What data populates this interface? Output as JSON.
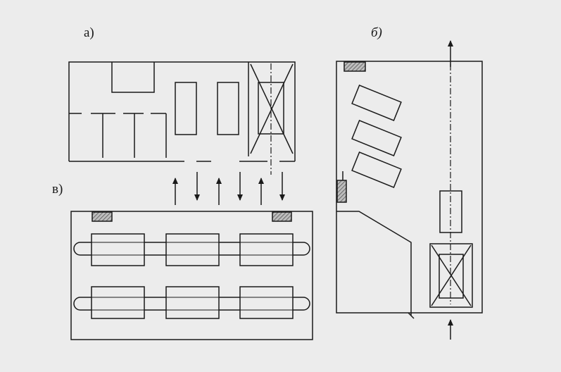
{
  "labels": {
    "a": "а)",
    "b": "б)",
    "v": "в)"
  },
  "colors": {
    "background": "#ececec",
    "line": "#1a1a1a",
    "hatch": "#777777"
  }
}
